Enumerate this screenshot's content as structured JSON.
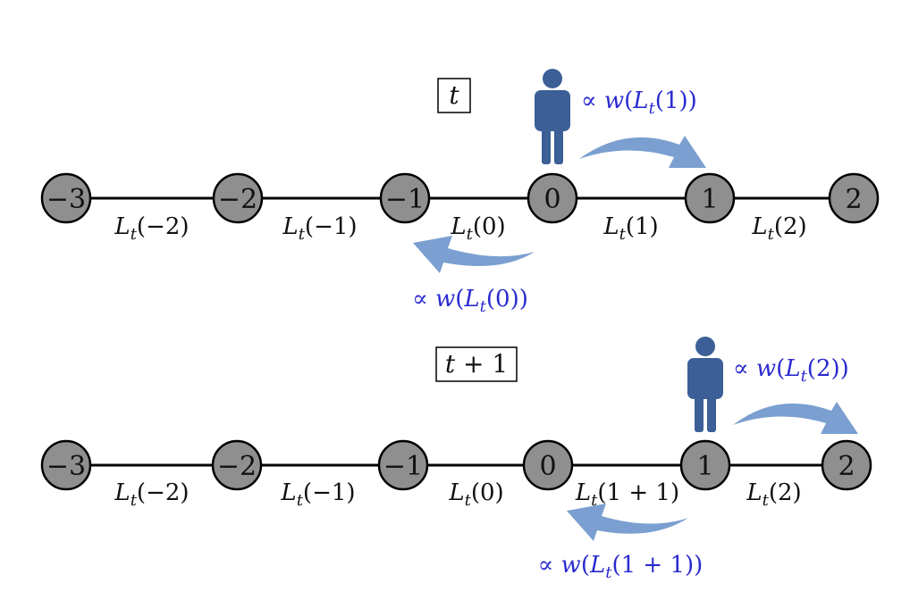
{
  "colors": {
    "node_fill": "#8f8f8f",
    "person": "#3b5f96",
    "arrow": "#7a9fd0",
    "prob_text": "#2a2ad0"
  },
  "panels": [
    {
      "time_label": {
        "main": "t",
        "rest": ""
      },
      "nodes": [
        "−3",
        "−2",
        "−1",
        "0",
        "1",
        "2"
      ],
      "edges": [
        {
          "arg": "−2",
          "extra": ""
        },
        {
          "arg": "−1",
          "extra": ""
        },
        {
          "arg": "0",
          "extra": ""
        },
        {
          "arg": "1",
          "extra": ""
        },
        {
          "arg": "2",
          "extra": ""
        }
      ],
      "walker_node": "0",
      "right_move": {
        "arg": "1",
        "extra": ""
      },
      "left_move": {
        "arg": "0",
        "extra": ""
      }
    },
    {
      "time_label": {
        "main": "t",
        "rest": " + 1"
      },
      "nodes": [
        "−3",
        "−2",
        "−1",
        "0",
        "1",
        "2"
      ],
      "edges": [
        {
          "arg": "−2",
          "extra": ""
        },
        {
          "arg": "−1",
          "extra": ""
        },
        {
          "arg": "0",
          "extra": ""
        },
        {
          "arg": "1",
          "extra": " + 1"
        },
        {
          "arg": "2",
          "extra": ""
        }
      ],
      "walker_node": "1",
      "right_move": {
        "arg": "2",
        "extra": ""
      },
      "left_move": {
        "arg": "1",
        "extra": " + 1"
      }
    }
  ]
}
